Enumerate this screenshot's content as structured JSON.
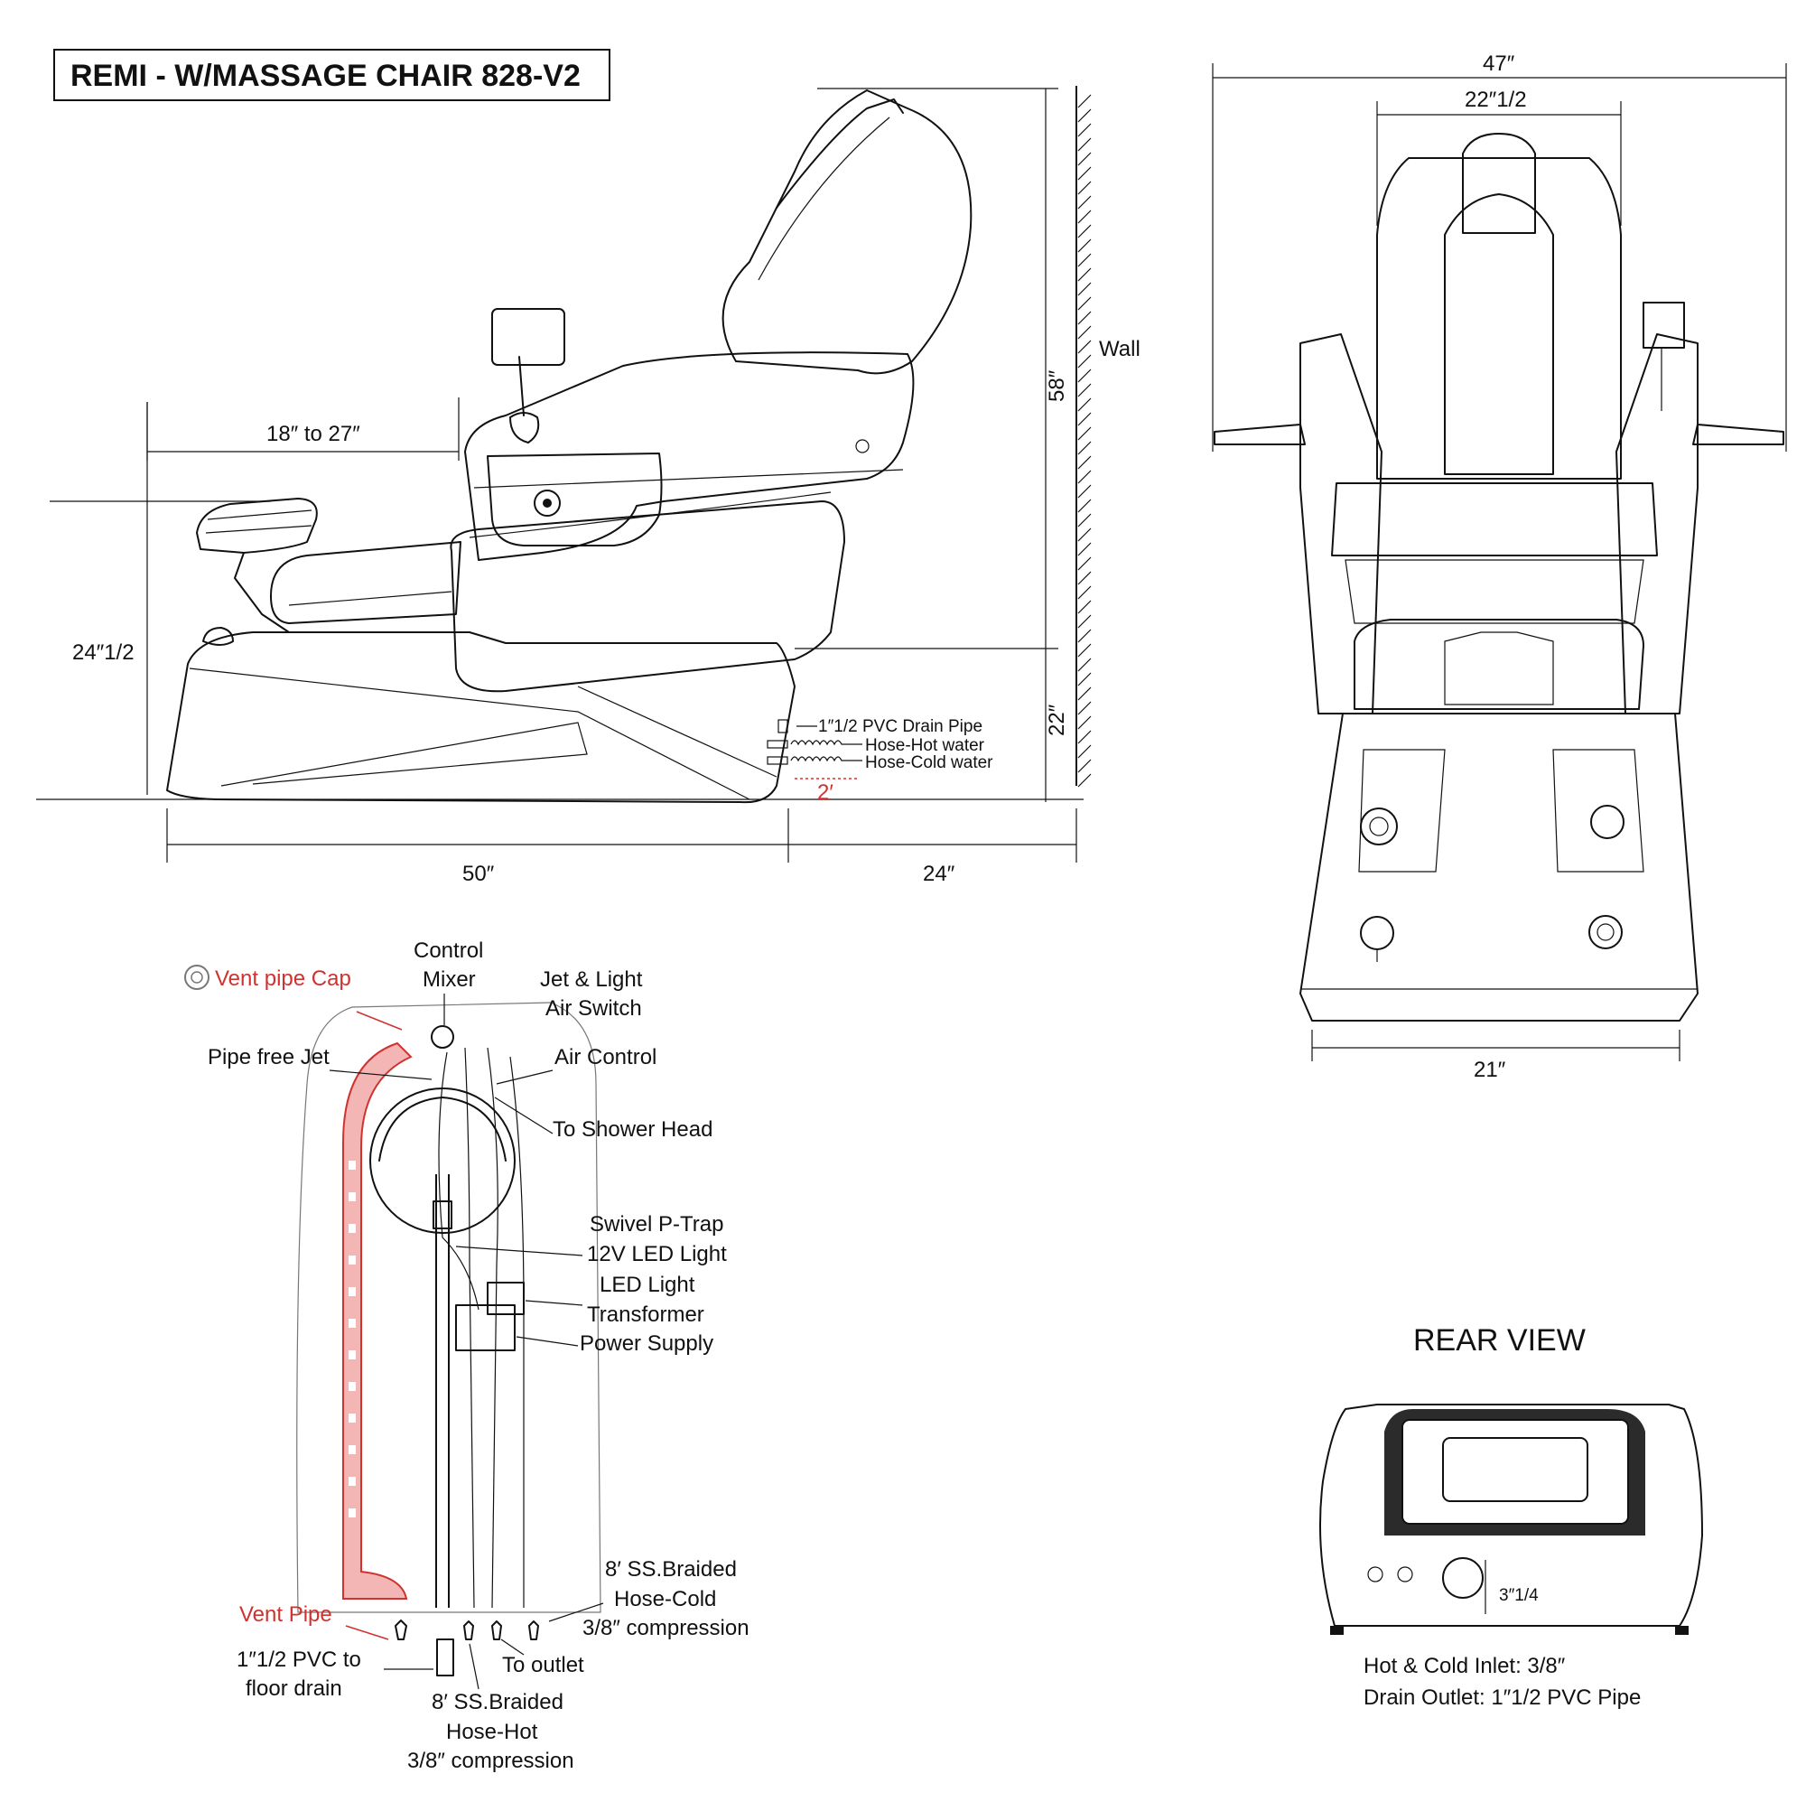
{
  "title": "REMI - W/MASSAGE CHAIR 828-V2",
  "side_view": {
    "dims": {
      "span_18_27": "18″ to 27″",
      "height_24_5": "24″1/2",
      "height_58": "58″",
      "height_22": "22″",
      "length_50": "50″",
      "clearance_24": "24″"
    },
    "wall_label": "Wall",
    "connections": {
      "drain": "1″1/2 PVC Drain Pipe",
      "hot": "Hose-Hot water",
      "cold": "Hose-Cold water",
      "length": "2′"
    }
  },
  "front_view": {
    "dims": {
      "overall_width": "47″",
      "seat_width": "22″1/2",
      "base_width": "21″"
    }
  },
  "plumbing": {
    "vent_cap": "Vent pipe Cap",
    "control_mixer": [
      "Control",
      "Mixer"
    ],
    "jet_light_switch": [
      "Jet & Light",
      "Air Switch"
    ],
    "pipe_free_jet": "Pipe free Jet",
    "air_control": "Air Control",
    "shower_head": "To Shower Head",
    "ptrap": "Swivel P-Trap",
    "led_light": "12V LED Light",
    "led_transformer": [
      "LED Light",
      "Transformer"
    ],
    "power_supply": "Power Supply",
    "vent_pipe": "Vent Pipe",
    "hose_cold": [
      "8′ SS.Braided",
      "Hose-Cold",
      "3/8″ compression"
    ],
    "pvc_floor": [
      "1″1/2 PVC to",
      "floor drain"
    ],
    "to_outlet": "To outlet",
    "hose_hot": [
      "8′ SS.Braided",
      "Hose-Hot",
      "3/8″ compression"
    ]
  },
  "rear_view": {
    "title": "REAR VIEW",
    "dim": "3″1/4",
    "inlet": "Hot & Cold Inlet: 3/8″",
    "outlet": "Drain Outlet: 1″1/2 PVC Pipe"
  },
  "colors": {
    "line": "#111111",
    "accent_red": "#d0322f",
    "vent_pipe_fill": "#f4b6b4"
  }
}
